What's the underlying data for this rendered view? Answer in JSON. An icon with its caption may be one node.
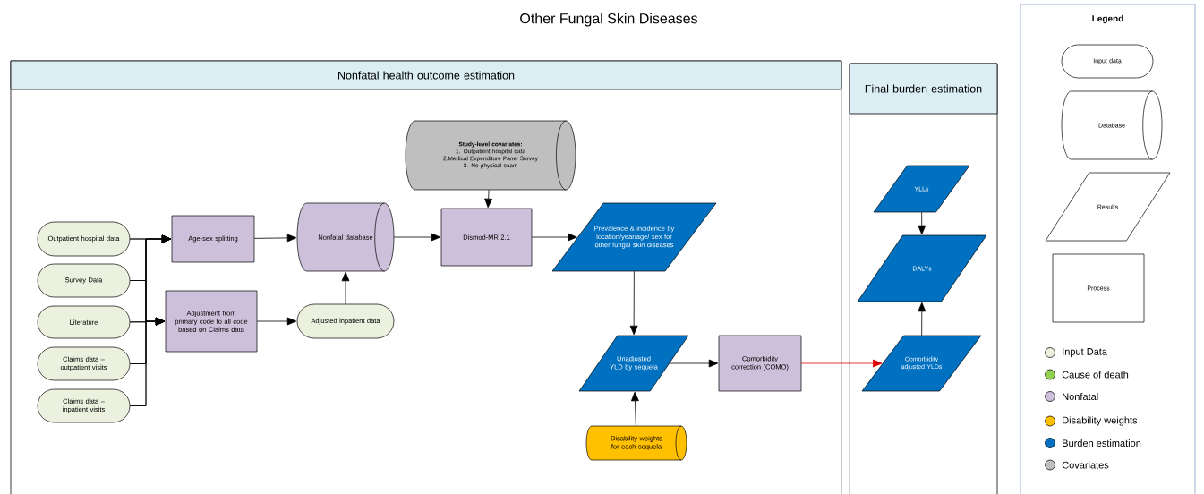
{
  "diagram": {
    "title": "Other Fungal Skin Diseases",
    "nodes": [
      {
        "text": [
          "Nonfatal health outcome estimation"
        ]
      },
      {
        "text": [
          "Final burden estimation"
        ]
      },
      {
        "text": [
          "Legend"
        ]
      },
      {
        "text": [
          "Outpatient hospital data"
        ],
        "in": 0
      },
      {
        "text": [
          "Survey Data"
        ],
        "in": 0
      },
      {
        "text": [
          "Literature"
        ],
        "in": 0
      },
      {
        "text": [
          "Claims data – outpatient visits"
        ],
        "in": 0
      },
      {
        "text": [
          "Claims data – inpatient visits"
        ],
        "in": 0
      },
      {
        "text": [
          "Age-sex splitting"
        ],
        "in": 0
      },
      {
        "text": [
          "Adjustment from primary code to all code based on Claims data"
        ],
        "in": 0
      },
      {
        "text": [
          "Nonfatal database"
        ],
        "in": 0
      },
      {
        "text": [
          "Adjusted inpatient data"
        ],
        "in": 0
      },
      {
        "text": [
          "Study-level covariates:",
          "1. Outpatient hospital data",
          "2.Medical Expenditure Panel Survey",
          "3. No physical exam"
        ],
        "in": 0
      },
      {
        "text": [
          "Dismod-MR 2.1"
        ],
        "in": 0
      },
      {
        "text": [
          "Prevalence & incidence by location/year/age/ sex for other fungal skin diseases"
        ],
        "in": 0
      },
      {
        "text": [
          "Unadjusted YLD by sequela"
        ],
        "in": 0
      },
      {
        "text": [
          "Comorbidity correction (COMO)"
        ],
        "in": 0
      },
      {
        "text": [
          "Disability weights for each sequela"
        ],
        "in": 0
      },
      {
        "text": [
          "YLLs"
        ],
        "in": 1
      },
      {
        "text": [
          "DALYs"
        ],
        "in": 1
      },
      {
        "text": [
          "Comorbidity adjusted YLDs"
        ],
        "in": 1
      },
      {
        "text": [
          "Input data"
        ],
        "in": 2
      },
      {
        "text": [
          "Database"
        ],
        "in": 2
      },
      {
        "text": [
          "Results"
        ],
        "in": 2
      },
      {
        "text": [
          "Process"
        ],
        "in": 2
      }
    ],
    "edges": [
      {
        "from": 3,
        "to": 8,
        "arrow": "to"
      },
      {
        "from": 4,
        "to": 8,
        "arrow": "to"
      },
      {
        "from": 5,
        "to": 8,
        "arrow": "to"
      },
      {
        "from": 6,
        "to": 8,
        "arrow": "to"
      },
      {
        "from": 7,
        "to": 8,
        "arrow": "to"
      },
      {
        "from": 3,
        "to": 9,
        "arrow": "to"
      },
      {
        "from": 4,
        "to": 9,
        "arrow": "to"
      },
      {
        "from": 5,
        "to": 9,
        "arrow": "to"
      },
      {
        "from": 6,
        "to": 9,
        "arrow": "to"
      },
      {
        "from": 7,
        "to": 9,
        "arrow": "to"
      },
      {
        "from": 8,
        "to": 10,
        "arrow": "to"
      },
      {
        "from": 9,
        "to": 11,
        "arrow": "to"
      },
      {
        "from": 11,
        "to": 10,
        "arrow": "to"
      },
      {
        "from": 12,
        "to": 13,
        "arrow": "to"
      },
      {
        "from": 10,
        "to": 13,
        "arrow": "to"
      },
      {
        "from": 13,
        "to": 14,
        "arrow": "to"
      },
      {
        "from": 14,
        "to": 15,
        "arrow": "to"
      },
      {
        "from": 17,
        "to": 15,
        "arrow": "to"
      },
      {
        "from": 15,
        "to": 16,
        "arrow": "to"
      },
      {
        "from": 16,
        "to": 20,
        "arrow": "to",
        "color": "#e00000"
      },
      {
        "from": 18,
        "to": 19,
        "arrow": "to"
      },
      {
        "from": 20,
        "to": 19,
        "arrow": "to"
      }
    ],
    "legend": [
      {
        "text": "Input Data",
        "color": "#ebf1de"
      },
      {
        "text": "Cause of death",
        "color": "#92d050"
      },
      {
        "text": "Nonfatal",
        "color": "#ccc0da"
      },
      {
        "text": "Disability weights",
        "color": "#ffc000"
      },
      {
        "text": "Burden estimation",
        "color": "#0070c0"
      },
      {
        "text": "Covariates",
        "color": "#bfbfbf"
      }
    ]
  }
}
